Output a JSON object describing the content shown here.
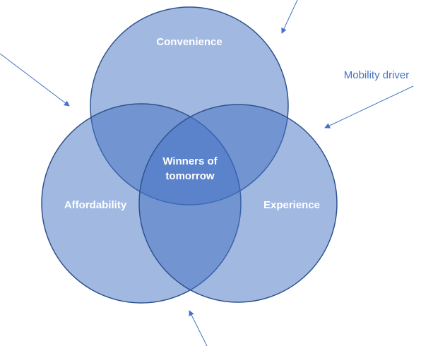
{
  "diagram": {
    "type": "venn",
    "colors": {
      "fill": "#4472c4",
      "stroke": "#2f528f",
      "label": "#ffffff",
      "arrow": "#4472c4",
      "annotation": "#4472c4"
    },
    "sets": [
      {
        "id": "convenience",
        "label": "Convenience"
      },
      {
        "id": "affordability",
        "label": "Affordability"
      },
      {
        "id": "experience",
        "label": "Experience"
      }
    ],
    "intersection": {
      "line1": "Winners of",
      "line2": "tomorrow"
    },
    "annotation": {
      "label": "Mobility driver"
    },
    "arrows": [
      {
        "id": "arrow-top-left",
        "points_to": "affordability-convenience"
      },
      {
        "id": "arrow-top-right",
        "points_to": "convenience"
      },
      {
        "id": "arrow-right",
        "points_to": "experience"
      },
      {
        "id": "arrow-bottom",
        "points_to": "affordability-experience"
      }
    ]
  }
}
